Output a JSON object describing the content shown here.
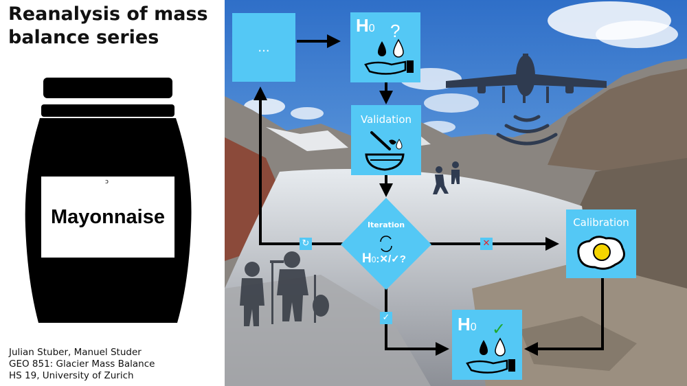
{
  "slide": {
    "title_line1": "Reanalysis of mass",
    "title_line2": "balance series",
    "jar_label": "Mayonnaise",
    "jar_small_mark": "ɔ",
    "credits": [
      "Julian Stuber, Manuel Studer",
      "GEO 851: Glacier Mass Balance",
      "HS 19, University of Zurich"
    ]
  },
  "diagram": {
    "start_box": "...",
    "hypothesis_box": {
      "h": "H",
      "sub": "0",
      "mark": "?"
    },
    "validation_box": "Validation",
    "iteration_node": {
      "label": "Iteration",
      "h": "H",
      "sub": "0",
      "tail": ":✕/✓?"
    },
    "calibration_box": "Calibration",
    "result_box": {
      "h": "H",
      "sub": "0",
      "mark": "✓"
    },
    "edge_marks": {
      "loop": "↻",
      "reject": "✕",
      "accept": "✓"
    }
  },
  "colors": {
    "box": "#54c8f5",
    "arrow": "#000000",
    "silhouette": "#2f3b50"
  }
}
